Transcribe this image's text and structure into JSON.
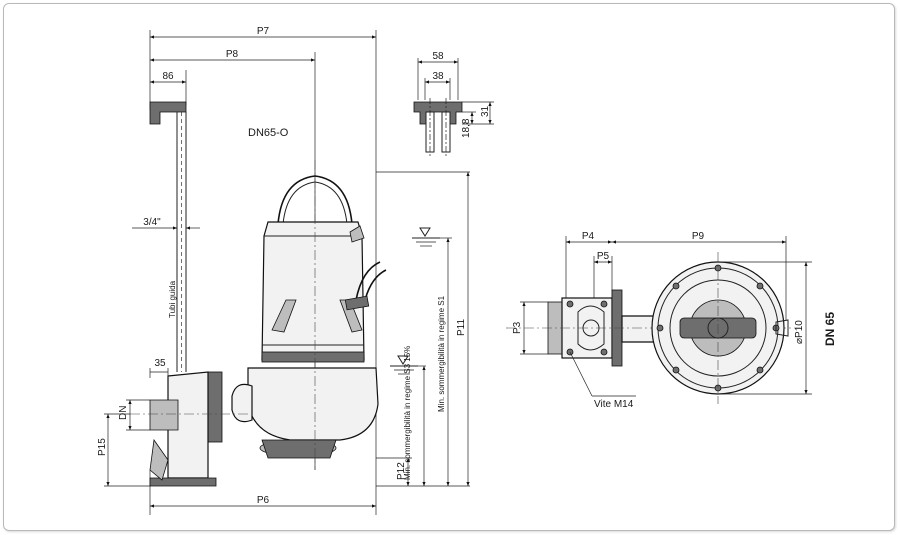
{
  "model_label": "DN65-O",
  "side_label": "DN 65",
  "guide_label": "Tubi guida",
  "pipe_label": "3/4\"",
  "screw_label": "Vite M14",
  "water_label_s1": "Min. sommergibilità in regime S1",
  "water_label_s3": "Min. sommergibilità in regime S3 15%",
  "dimensions": {
    "p7": "P7",
    "p8": "P8",
    "d86": "86",
    "p6": "P6",
    "d35": "35",
    "dn": "DN",
    "p15": "P15",
    "p12": "P12",
    "p11": "P11",
    "d58": "58",
    "d38": "38",
    "d31": "31",
    "d18_8": "18,8",
    "p4": "P4",
    "p5": "P5",
    "p9": "P9",
    "p3": "P3",
    "p10": "⌀P10"
  },
  "colors": {
    "line": "#111111",
    "frame": "#b9b9b9",
    "fill": "#f2f2f2"
  }
}
